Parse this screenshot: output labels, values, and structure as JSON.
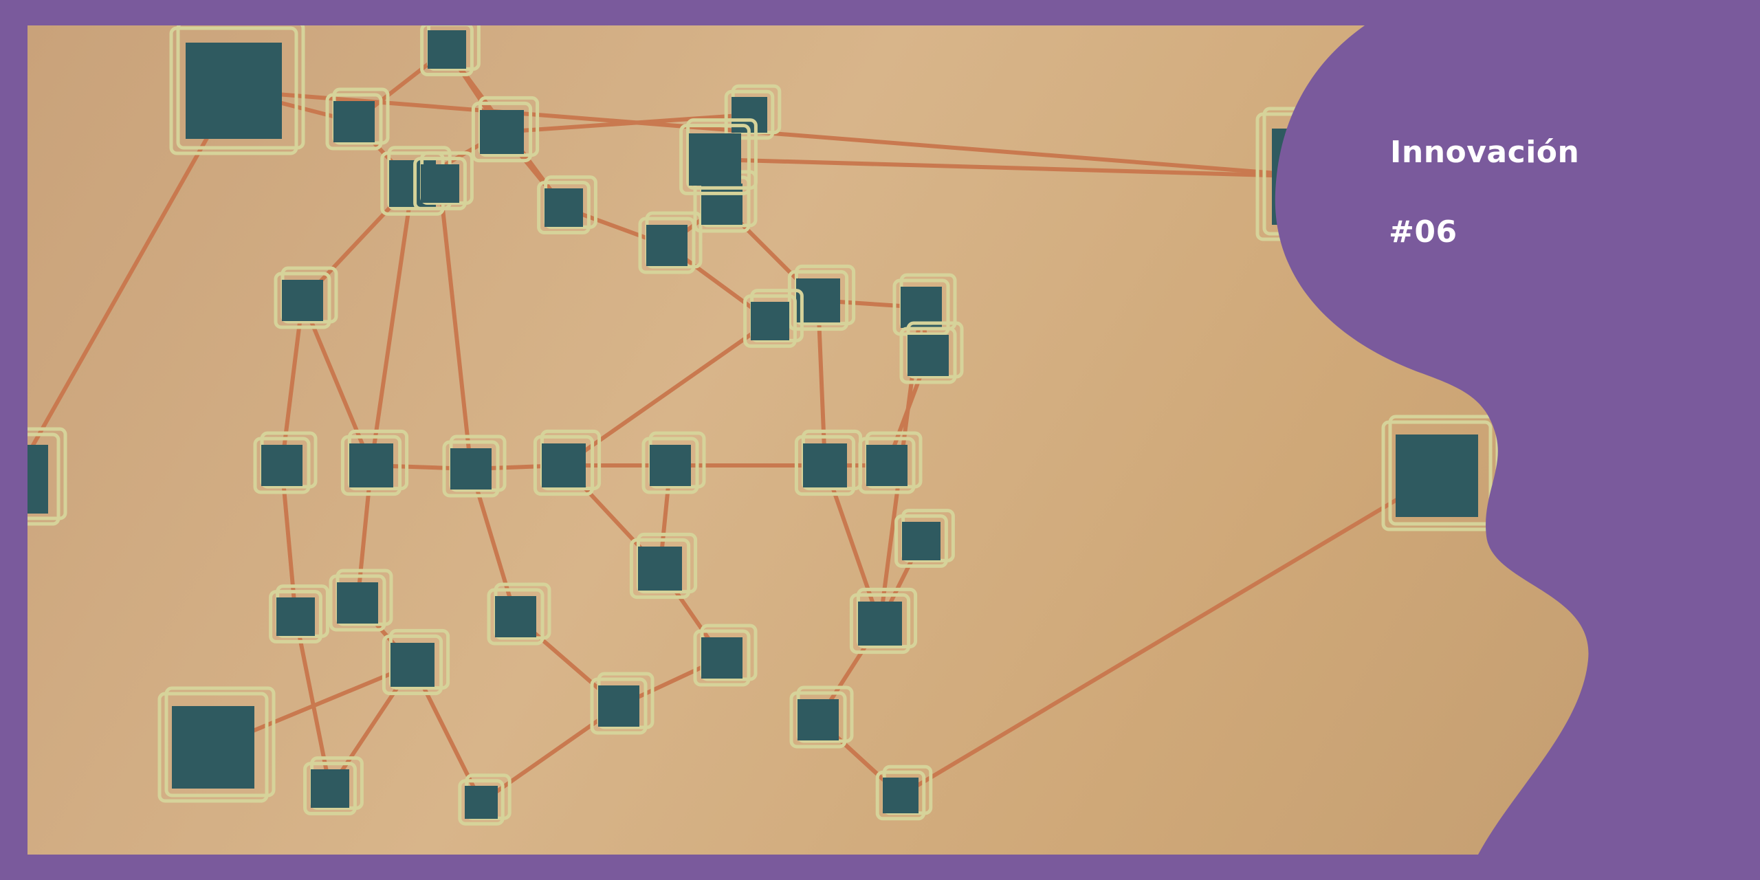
{
  "banner": {
    "title": "Innovación",
    "issue_number": "#06",
    "colors": {
      "frame": "#7a5a9c",
      "background": "#d2ad80",
      "cube": "#2f5a60",
      "wire": "#d6d39a",
      "link": "#c9794f"
    }
  },
  "image": {
    "subject-icon": "network-of-cubes-illustration"
  }
}
